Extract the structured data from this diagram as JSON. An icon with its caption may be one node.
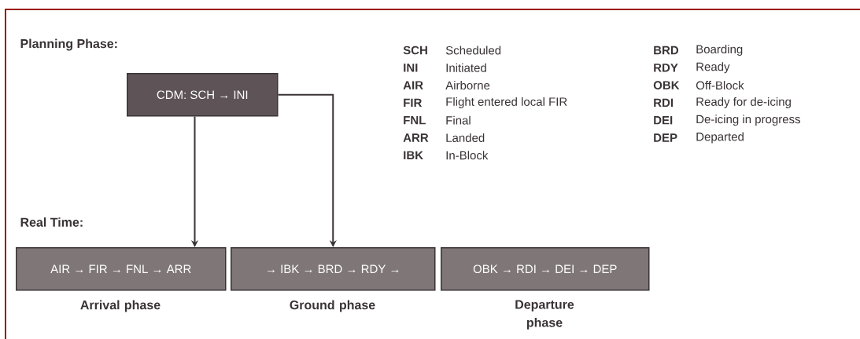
{
  "diagram": {
    "nodes": [
      {
        "text": [
          "CDM: SCH → INI"
        ]
      },
      {
        "text": [
          "AIR → FIR → FNL → ARR"
        ],
        "beside": [
          "Arrival phase"
        ]
      },
      {
        "text": [
          "→ IBK → BRD → RDY →"
        ],
        "beside": [
          "Ground phase"
        ]
      },
      {
        "text": [
          "OBK → RDI → DEI → DEP"
        ],
        "beside": [
          "Departure phase"
        ]
      }
    ],
    "edges": [
      {
        "from": 0,
        "to": 1,
        "arrow": "to"
      },
      {
        "from": 0,
        "to": 2,
        "arrow": "to"
      }
    ],
    "labels": [
      "Planning Phase:",
      "Real Time:",
      "SCH",
      "Scheduled",
      "BRD",
      "Boarding",
      "INI",
      "Initiated",
      "RDY",
      "Ready",
      "AIR",
      "Airborne",
      "OBK",
      "Off-Block",
      "FIR",
      "Flight entered local FIR",
      "RDI",
      "Ready for de-icing",
      "FNL",
      "Final",
      "DEI",
      "De-icing in progress",
      "ARR",
      "Landed",
      "DEP",
      "Departed",
      "IBK",
      "In-Block"
    ]
  }
}
